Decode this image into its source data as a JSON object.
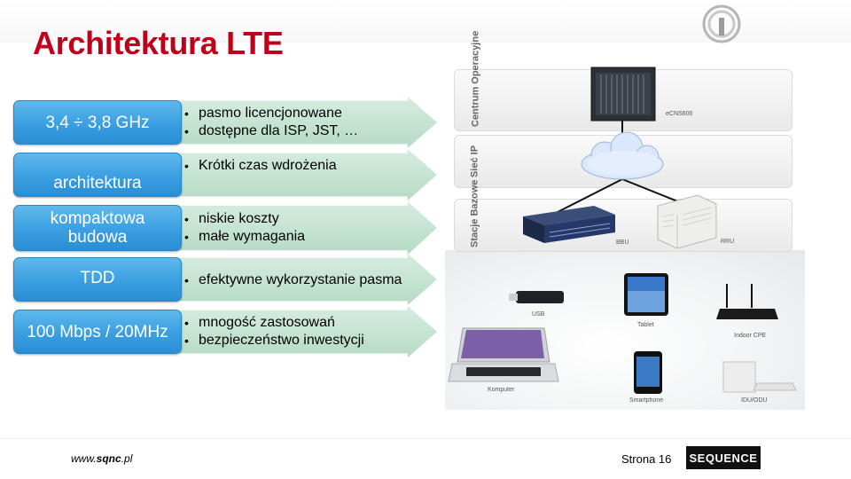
{
  "slide": {
    "title": "Architektura LTE"
  },
  "rows": [
    {
      "category": "3,4 ÷ 3,8 GHz",
      "bullets": [
        "pasmo licencjonowane",
        "dostępne dla ISP, JST, …"
      ]
    },
    {
      "category": "architektura",
      "bullets": [
        "Krótki czas wdrożenia"
      ]
    },
    {
      "category": "kompaktowa budowa",
      "bullets": [
        "niskie koszty",
        "małe wymagania"
      ]
    },
    {
      "category": "TDD",
      "bullets": [
        "efektywne wykorzystanie pasma"
      ]
    },
    {
      "category": "100 Mbps / 20MHz",
      "bullets": [
        "mnogość zastosowań",
        "bezpieczeństwo inwestycji"
      ]
    }
  ],
  "diagram": {
    "sections": [
      "Centrum Operacyjne",
      "Sieć IP",
      "Stacje Bazowe"
    ],
    "devices": {
      "core": "eCNS600",
      "bbu": "BBU",
      "rru": "RRU",
      "usb": "USB",
      "tablet": "Tablet",
      "cpe": "Indoor CPE",
      "laptop": "Komputer",
      "phone": "Smartphone",
      "idu": "IDU/ODU"
    }
  },
  "footer": {
    "url_prefix": "www.",
    "url_bold": "sqnc",
    "url_suffix": ".pl",
    "page": "Strona 16",
    "brand": "SEQUENCE"
  },
  "colors": {
    "title": "#c0001a",
    "category_box": "#3a9ee0",
    "arrow": "#c3e2d0"
  }
}
